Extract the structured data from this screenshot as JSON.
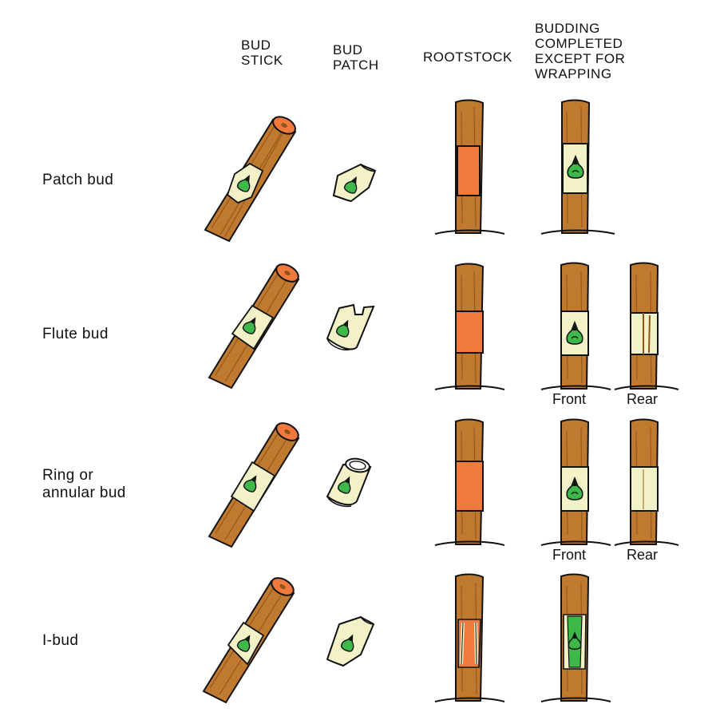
{
  "columns": {
    "bud_stick": [
      "BUD",
      "STICK"
    ],
    "bud_patch": [
      "BUD",
      "PATCH"
    ],
    "rootstock": [
      "ROOTSTOCK"
    ],
    "completed": [
      "BUDDING",
      "COMPLETED",
      "EXCEPT FOR",
      "WRAPPING"
    ]
  },
  "rows": {
    "patch": {
      "label": [
        "Patch bud"
      ]
    },
    "flute": {
      "label": [
        "Flute bud"
      ],
      "front": "Front",
      "rear": "Rear"
    },
    "ring": {
      "label": [
        "Ring or",
        "annular bud"
      ],
      "front": "Front",
      "rear": "Rear"
    },
    "ibud": {
      "label": [
        "I-bud"
      ]
    }
  },
  "colors": {
    "bark": "#c07a30",
    "bark_dark": "#8f5418",
    "cut_wood": "#f07a3e",
    "bud_shield": "#f2f1c8",
    "bud_green": "#3fb84a",
    "outline": "#111111"
  }
}
